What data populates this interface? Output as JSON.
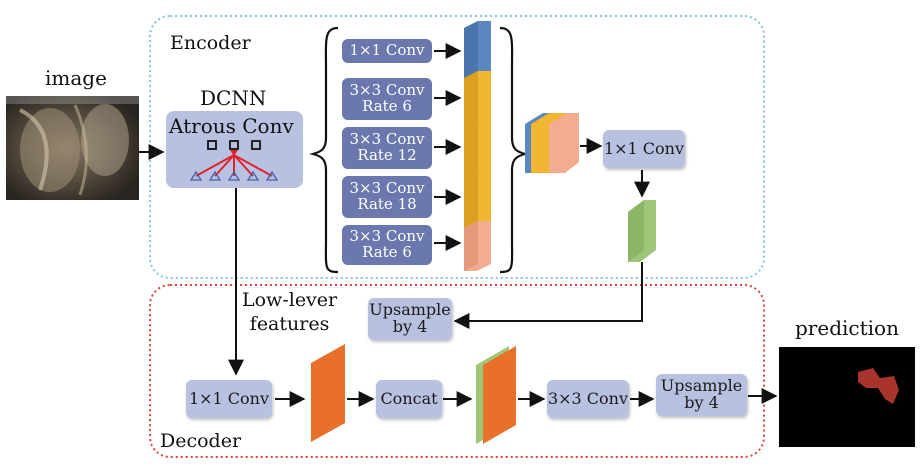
{
  "labels": {
    "encoder": "Encoder",
    "decoder": "Decoder",
    "image": "image",
    "prediction": "prediction",
    "dcnn": "DCNN",
    "atrous_conv": "Atrous Conv",
    "low_level": "Low-lever\nfeatures"
  },
  "aspp_blocks": [
    {
      "label": "1×1 Conv"
    },
    {
      "label": "3×3 Conv\nRate 6"
    },
    {
      "label": "3×3 Conv\nRate 12"
    },
    {
      "label": "3×3 Conv\nRate 18"
    },
    {
      "label": "3×3 Conv\nRate 6"
    }
  ],
  "encoder_out": {
    "conv1x1": "1×1 Conv"
  },
  "decoder_blocks": {
    "upsample_top": "Upsample\nby 4",
    "conv1x1": "1×1 Conv",
    "concat": "Concat",
    "conv3x3": "3×3 Conv",
    "upsample_out": "Upsample\nby 4"
  },
  "colors": {
    "encoder_border": "#86c3dc",
    "decoder_border": "#d9433a",
    "aspp_box": "#6a78ad",
    "light_box": "#b9c1e0",
    "feature_blue": "#5a87c0",
    "feature_yellow": "#f0b531",
    "feature_pink": "#f2ac90",
    "feature_green": "#9fc678",
    "feature_orange": "#e8702a",
    "prediction_mask": "#a8342c"
  }
}
